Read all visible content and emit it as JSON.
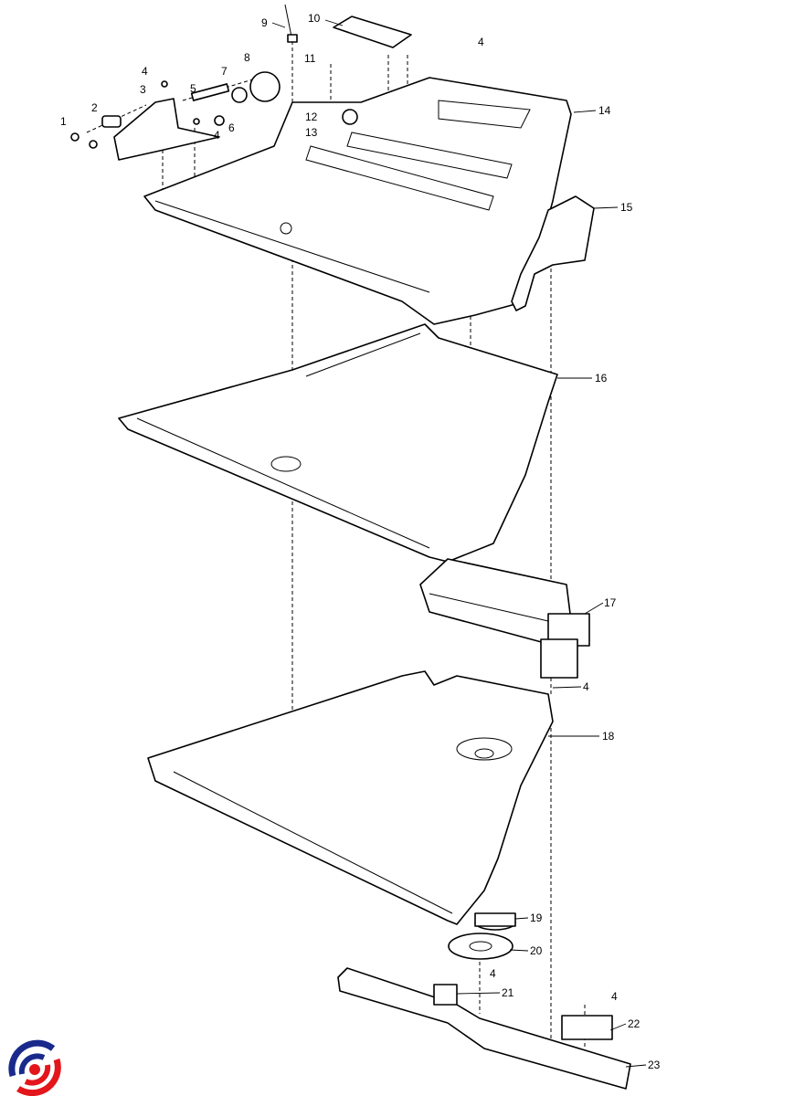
{
  "diagram": {
    "type": "exploded-parts-diagram",
    "callouts": [
      "1",
      "2",
      "3",
      "4",
      "5",
      "6",
      "7",
      "8",
      "9",
      "10",
      "11",
      "4",
      "12",
      "13",
      "14",
      "4",
      "15",
      "16",
      "17",
      "4",
      "18",
      "19",
      "20",
      "4",
      "21",
      "4",
      "22",
      "23"
    ]
  },
  "logo": {
    "name": "brand-logo",
    "colors": [
      "#1a2a8c",
      "#e3161b"
    ]
  }
}
